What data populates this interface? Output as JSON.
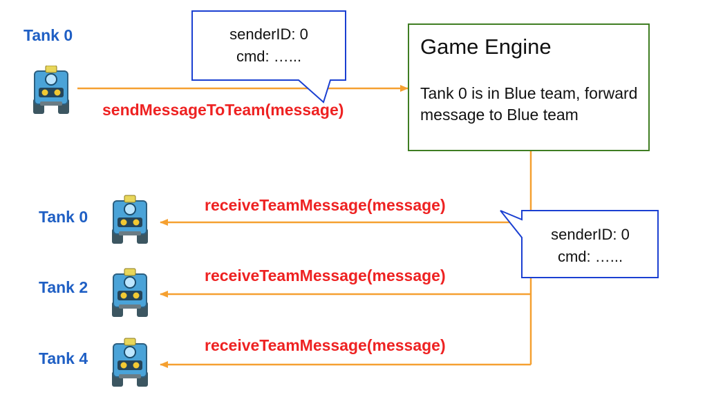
{
  "sender": {
    "label": "Tank 0",
    "call": "sendMessageToTeam(message)"
  },
  "bubble_top": {
    "line1": "senderID: 0",
    "line2": "cmd: …..."
  },
  "engine": {
    "title": "Game Engine",
    "body": "Tank 0 is in Blue team, forward message to Blue team"
  },
  "bubble_right": {
    "line1": "senderID: 0",
    "line2": "cmd: …..."
  },
  "receivers": [
    {
      "label": "Tank 0",
      "call": "receiveTeamMessage(message)"
    },
    {
      "label": "Tank 2",
      "call": "receiveTeamMessage(message)"
    },
    {
      "label": "Tank 4",
      "call": "receiveTeamMessage(message)"
    }
  ],
  "colors": {
    "arrow": "#f5a030",
    "label_blue": "#1f5fc4",
    "call_red": "#ee2222",
    "engine_border": "#3f7d22",
    "bubble_border": "#1a3fd1"
  },
  "icons": {
    "tank": "tank-robot-icon"
  }
}
